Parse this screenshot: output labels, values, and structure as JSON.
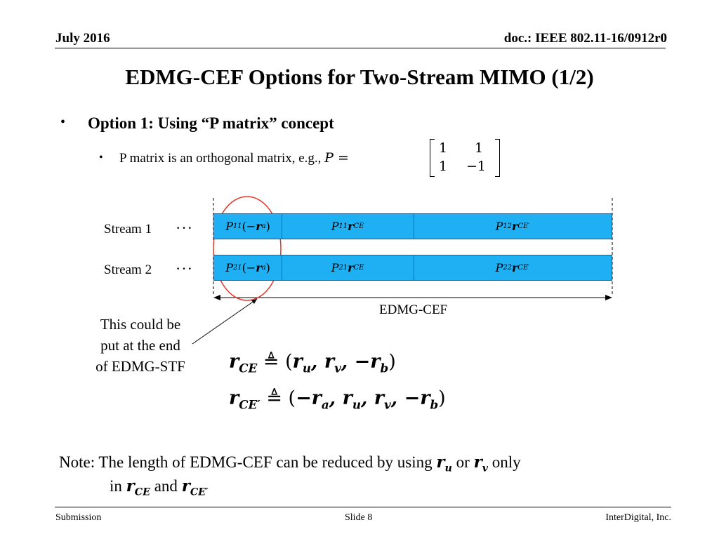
{
  "header": {
    "date": "July 2016",
    "doc": "doc.: IEEE 802.11-16/0912r0"
  },
  "title": "EDMG-CEF Options for Two-Stream MIMO (1/2)",
  "bullets": {
    "level1_marker": "•",
    "level1_text": "Option 1: Using “P matrix” concept",
    "level2_marker": "•",
    "level2_text": "P matrix is an orthogonal matrix, e.g., ",
    "matrix_lhs": "P =",
    "matrix": [
      [
        "1",
        "1"
      ],
      [
        "1",
        "−1"
      ]
    ]
  },
  "diagram": {
    "dots": "···",
    "streams": [
      {
        "label": "Stream 1",
        "segments": [
          {
            "p": "P",
            "psub": "11",
            "tail": "(−",
            "r": "r",
            "rsub": "a",
            "end": ")"
          },
          {
            "p": "P",
            "psub": "11",
            "r": "r",
            "rsub": "CE"
          },
          {
            "p": "P",
            "psub": "12",
            "r": "r",
            "rsub": "CE′"
          }
        ]
      },
      {
        "label": "Stream 2",
        "segments": [
          {
            "p": "P",
            "psub": "21",
            "tail": "(−",
            "r": "r",
            "rsub": "a",
            "end": ")"
          },
          {
            "p": "P",
            "psub": "21",
            "r": "r",
            "rsub": "CE"
          },
          {
            "p": "P",
            "psub": "22",
            "r": "r",
            "rsub": "CE′"
          }
        ]
      }
    ],
    "span_label": "EDMG-CEF",
    "bar_color": "#1fb0f4",
    "circle_color": "#e0392b",
    "callout": [
      "This could be",
      "put at the end",
      "of EDMG-STF"
    ]
  },
  "equations": {
    "eq1": {
      "lhs": "r",
      "lhs_sub": "CE",
      "def": " ≜ (",
      "t1": "r",
      "t1s": "u",
      "t2": "r",
      "t2s": "v",
      "t3": "−r",
      "t3s": "b",
      "end": ")"
    },
    "eq2": {
      "lhs": "r",
      "lhs_sub": "CE′",
      "def": " ≜ (",
      "t0": "−r",
      "t0s": "a",
      "t1": "r",
      "t1s": "u",
      "t2": "r",
      "t2s": "v",
      "t3": "−r",
      "t3s": "b",
      "end": ")"
    }
  },
  "note": {
    "line1_a": "Note: The length of EDMG-CEF can be reduced by using ",
    "ru": "r",
    "ru_sub": "u",
    "or": " or ",
    "rv": "r",
    "rv_sub": "v",
    "only": " only",
    "line2_a": "in ",
    "rce": "r",
    "rce_sub": "CE",
    "and": " and ",
    "rce2": "r",
    "rce2_sub": "CE′"
  },
  "footer": {
    "left": "Submission",
    "center": "Slide 8",
    "right": "InterDigital, Inc."
  }
}
